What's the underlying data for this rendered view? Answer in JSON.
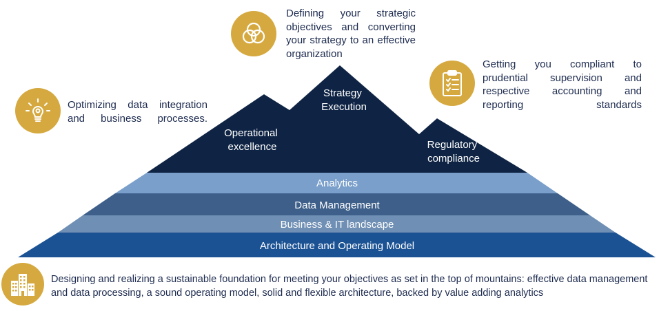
{
  "mountain": {
    "peak_operational": [
      "Operational",
      "excellence"
    ],
    "peak_strategy": [
      "Strategy",
      "Execution"
    ],
    "peak_regulatory": [
      "Regulatory",
      "compliance"
    ]
  },
  "layers": {
    "analytics": "Analytics",
    "data_management": "Data Management",
    "business_it": "Business & IT landscape",
    "architecture": "Architecture and Operating Model"
  },
  "descriptions": {
    "strategy": "Defining your strategic objectives and converting your strategy to an effective organization",
    "operational": "Optimizing data integration and business processes.",
    "regulatory": "Getting you compliant to prudential supervision and respective accounting and reporting standards",
    "foundation": "Designing and realizing a sustainable foundation for meeting your objectives as set in the top of mountains: effective data management and data processing, a sound operating model, solid and flexible architecture, backed by value adding analytics"
  },
  "icons": {
    "strategy": "venn-icon",
    "operational": "lightbulb-gear-icon",
    "regulatory": "clipboard-checklist-icon",
    "foundation": "buildings-icon"
  },
  "colors": {
    "badge": "#d5a93f",
    "mountain": "#0f2444",
    "analytics": "#7a9fcb",
    "data_management": "#3d5f8a",
    "business_it": "#6f8fb4",
    "architecture": "#1b5294",
    "text": "#1d2b4f"
  }
}
